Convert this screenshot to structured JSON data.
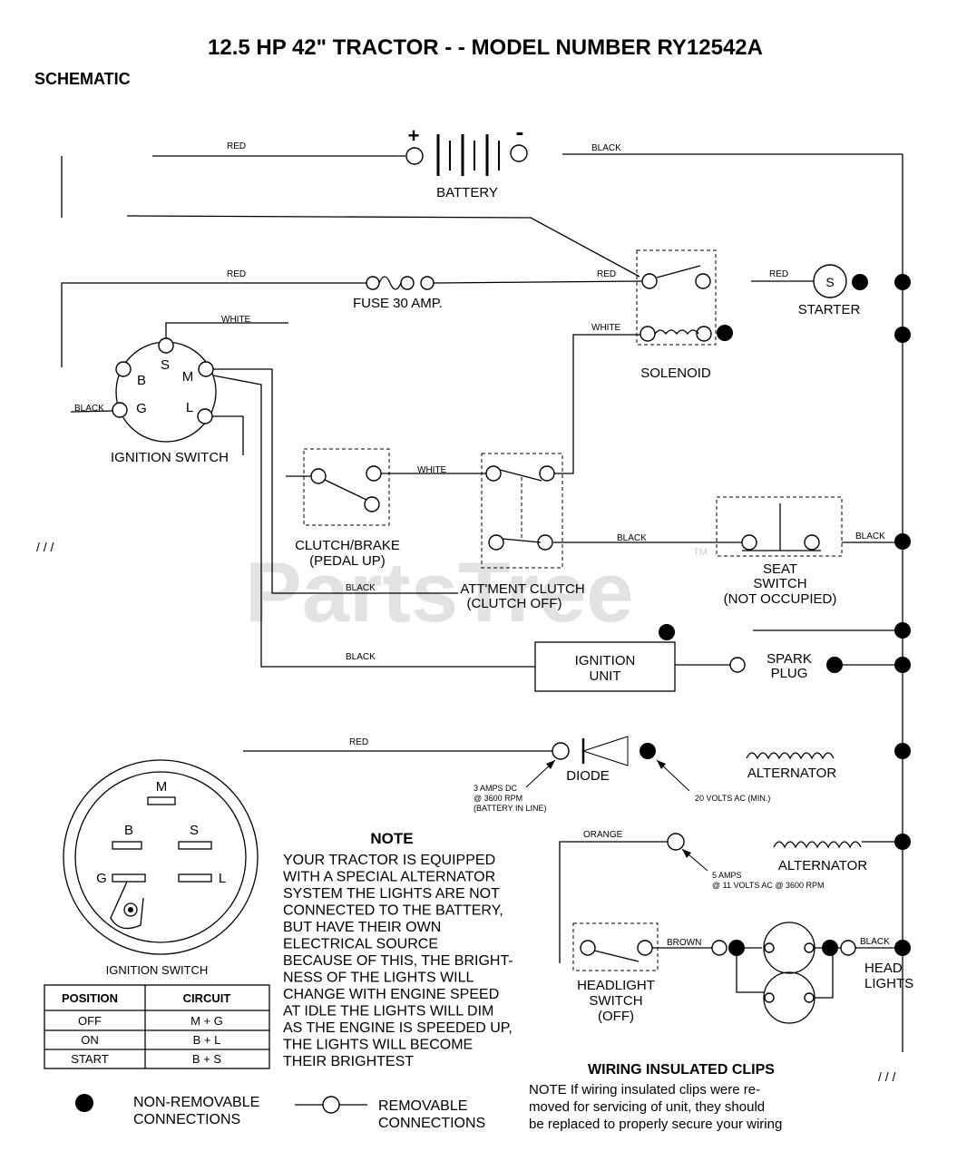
{
  "title": "12.5 HP 42\"  TRACTOR - - MODEL NUMBER  RY12542A",
  "subtitle": "SCHEMATIC",
  "watermark": "PartsTree",
  "watermark_tm": "TM",
  "components": {
    "battery": "BATTERY",
    "battery_plus": "+",
    "battery_minus": "-",
    "fuse": "FUSE 30 AMP.",
    "solenoid": "SOLENOID",
    "starter": "STARTER",
    "starter_s": "S",
    "ignition_switch": "IGNITION SWITCH",
    "clutch_brake_1": "CLUTCH/BRAKE",
    "clutch_brake_2": "(PEDAL UP)",
    "attment_clutch_1": "ATT'MENT CLUTCH",
    "attment_clutch_2": "(CLUTCH OFF)",
    "seat_switch_1": "SEAT",
    "seat_switch_2": "SWITCH",
    "seat_switch_3": "(NOT OCCUPIED)",
    "ignition_unit_1": "IGNITION",
    "ignition_unit_2": "UNIT",
    "spark_plug_1": "SPARK",
    "spark_plug_2": "PLUG",
    "diode": "DIODE",
    "alternator_1": "ALTERNATOR",
    "alternator_2": "ALTERNATOR",
    "headlight_switch_1": "HEADLIGHT",
    "headlight_switch_2": "SWITCH",
    "headlight_switch_3": "(OFF)",
    "head_lights_1": "HEAD",
    "head_lights_2": "LIGHTS"
  },
  "terminals": {
    "b": "B",
    "s": "S",
    "m": "M",
    "g": "G",
    "l": "L"
  },
  "wires": {
    "red": "RED",
    "black": "BLACK",
    "white": "WHITE",
    "orange": "ORANGE",
    "brown": "BROWN"
  },
  "specs": {
    "diode_1": "3 AMPS DC",
    "diode_2": "@ 3600 RPM",
    "diode_3": "(BATTERY IN LINE)",
    "alt_ac": "20 VOLTS AC (MIN.)",
    "alt2_1": "5 AMPS",
    "alt2_2": "@ 11 VOLTS AC @ 3600 RPM"
  },
  "switch_table": {
    "title": "IGNITION SWITCH",
    "headers": [
      "POSITION",
      "CIRCUIT"
    ],
    "rows": [
      [
        "OFF",
        "M + G"
      ],
      [
        "ON",
        "B + L"
      ],
      [
        "START",
        "B + S"
      ]
    ]
  },
  "note": {
    "title": "NOTE",
    "lines": [
      "YOUR TRACTOR IS EQUIPPED",
      "WITH A SPECIAL ALTERNATOR",
      "SYSTEM   THE LIGHTS ARE NOT",
      "CONNECTED TO  THE BATTERY,",
      "BUT HAVE THEIR OWN",
      "ELECTRICAL SOURCE",
      "BECAUSE OF THIS, THE BRIGHT-",
      "NESS OF THE LIGHTS WILL",
      "CHANGE WITH ENGINE SPEED",
      "AT IDLE THE LIGHTS WILL DIM",
      "AS THE ENGINE IS SPEEDED UP,",
      "THE LIGHTS WILL BECOME",
      "THEIR BRIGHTEST"
    ]
  },
  "clips": {
    "title": "WIRING INSULATED CLIPS",
    "lines": [
      "NOTE  If wiring insulated clips  were  re-",
      "moved  for servicing  of  unit,  they should",
      "be replaced to properly secure your wiring"
    ]
  },
  "legend": {
    "non_removable_1": "NON-REMOVABLE",
    "non_removable_2": "CONNECTIONS",
    "removable_1": "REMOVABLE",
    "removable_2": "CONNECTIONS"
  }
}
